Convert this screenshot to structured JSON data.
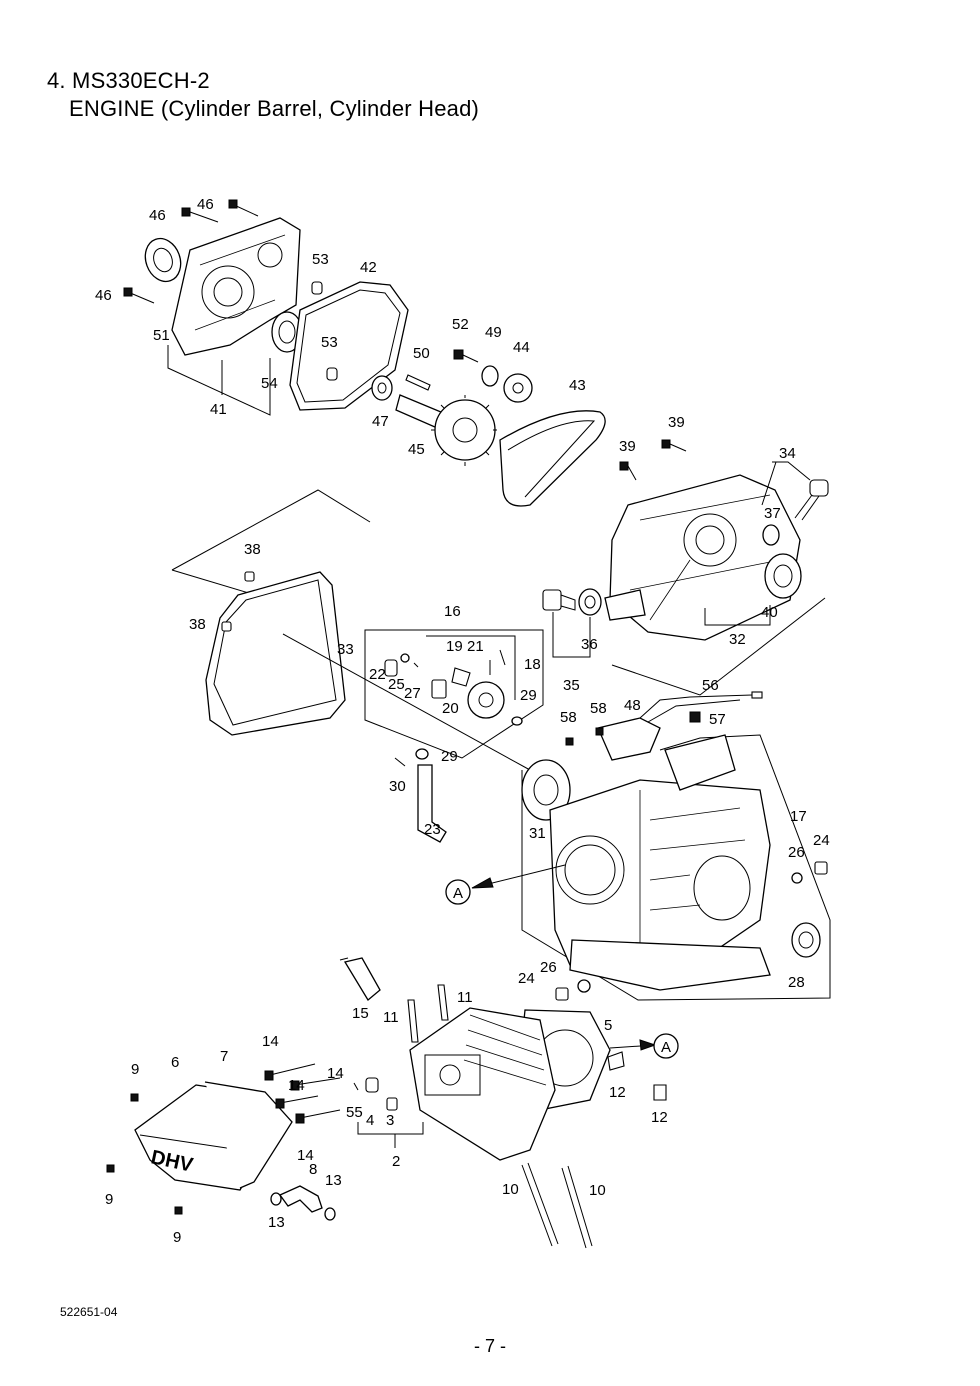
{
  "title": {
    "line1": "4. MS330ECH-2",
    "line2": "ENGINE (Cylinder Barrel, Cylinder Head)"
  },
  "callouts": [
    "46",
    "46",
    "46",
    "51",
    "41",
    "53",
    "42",
    "54",
    "53",
    "50",
    "52",
    "49",
    "44",
    "43",
    "47",
    "45",
    "39",
    "39",
    "34",
    "37",
    "40",
    "32",
    "38",
    "38",
    "33",
    "16",
    "19",
    "21",
    "18",
    "22",
    "25",
    "27",
    "20",
    "29",
    "36",
    "35",
    "56",
    "58",
    "58",
    "48",
    "57",
    "29",
    "30",
    "23",
    "31",
    "17",
    "24",
    "26",
    "28",
    "A",
    "A",
    "15",
    "11",
    "11",
    "5",
    "24",
    "26",
    "12",
    "12",
    "14",
    "14",
    "14",
    "14",
    "55",
    "4",
    "3",
    "2",
    "9",
    "9",
    "9",
    "6",
    "7",
    "8",
    "13",
    "13",
    "10",
    "10"
  ],
  "doc_code": "522651-04",
  "page_number": "- 7 -"
}
